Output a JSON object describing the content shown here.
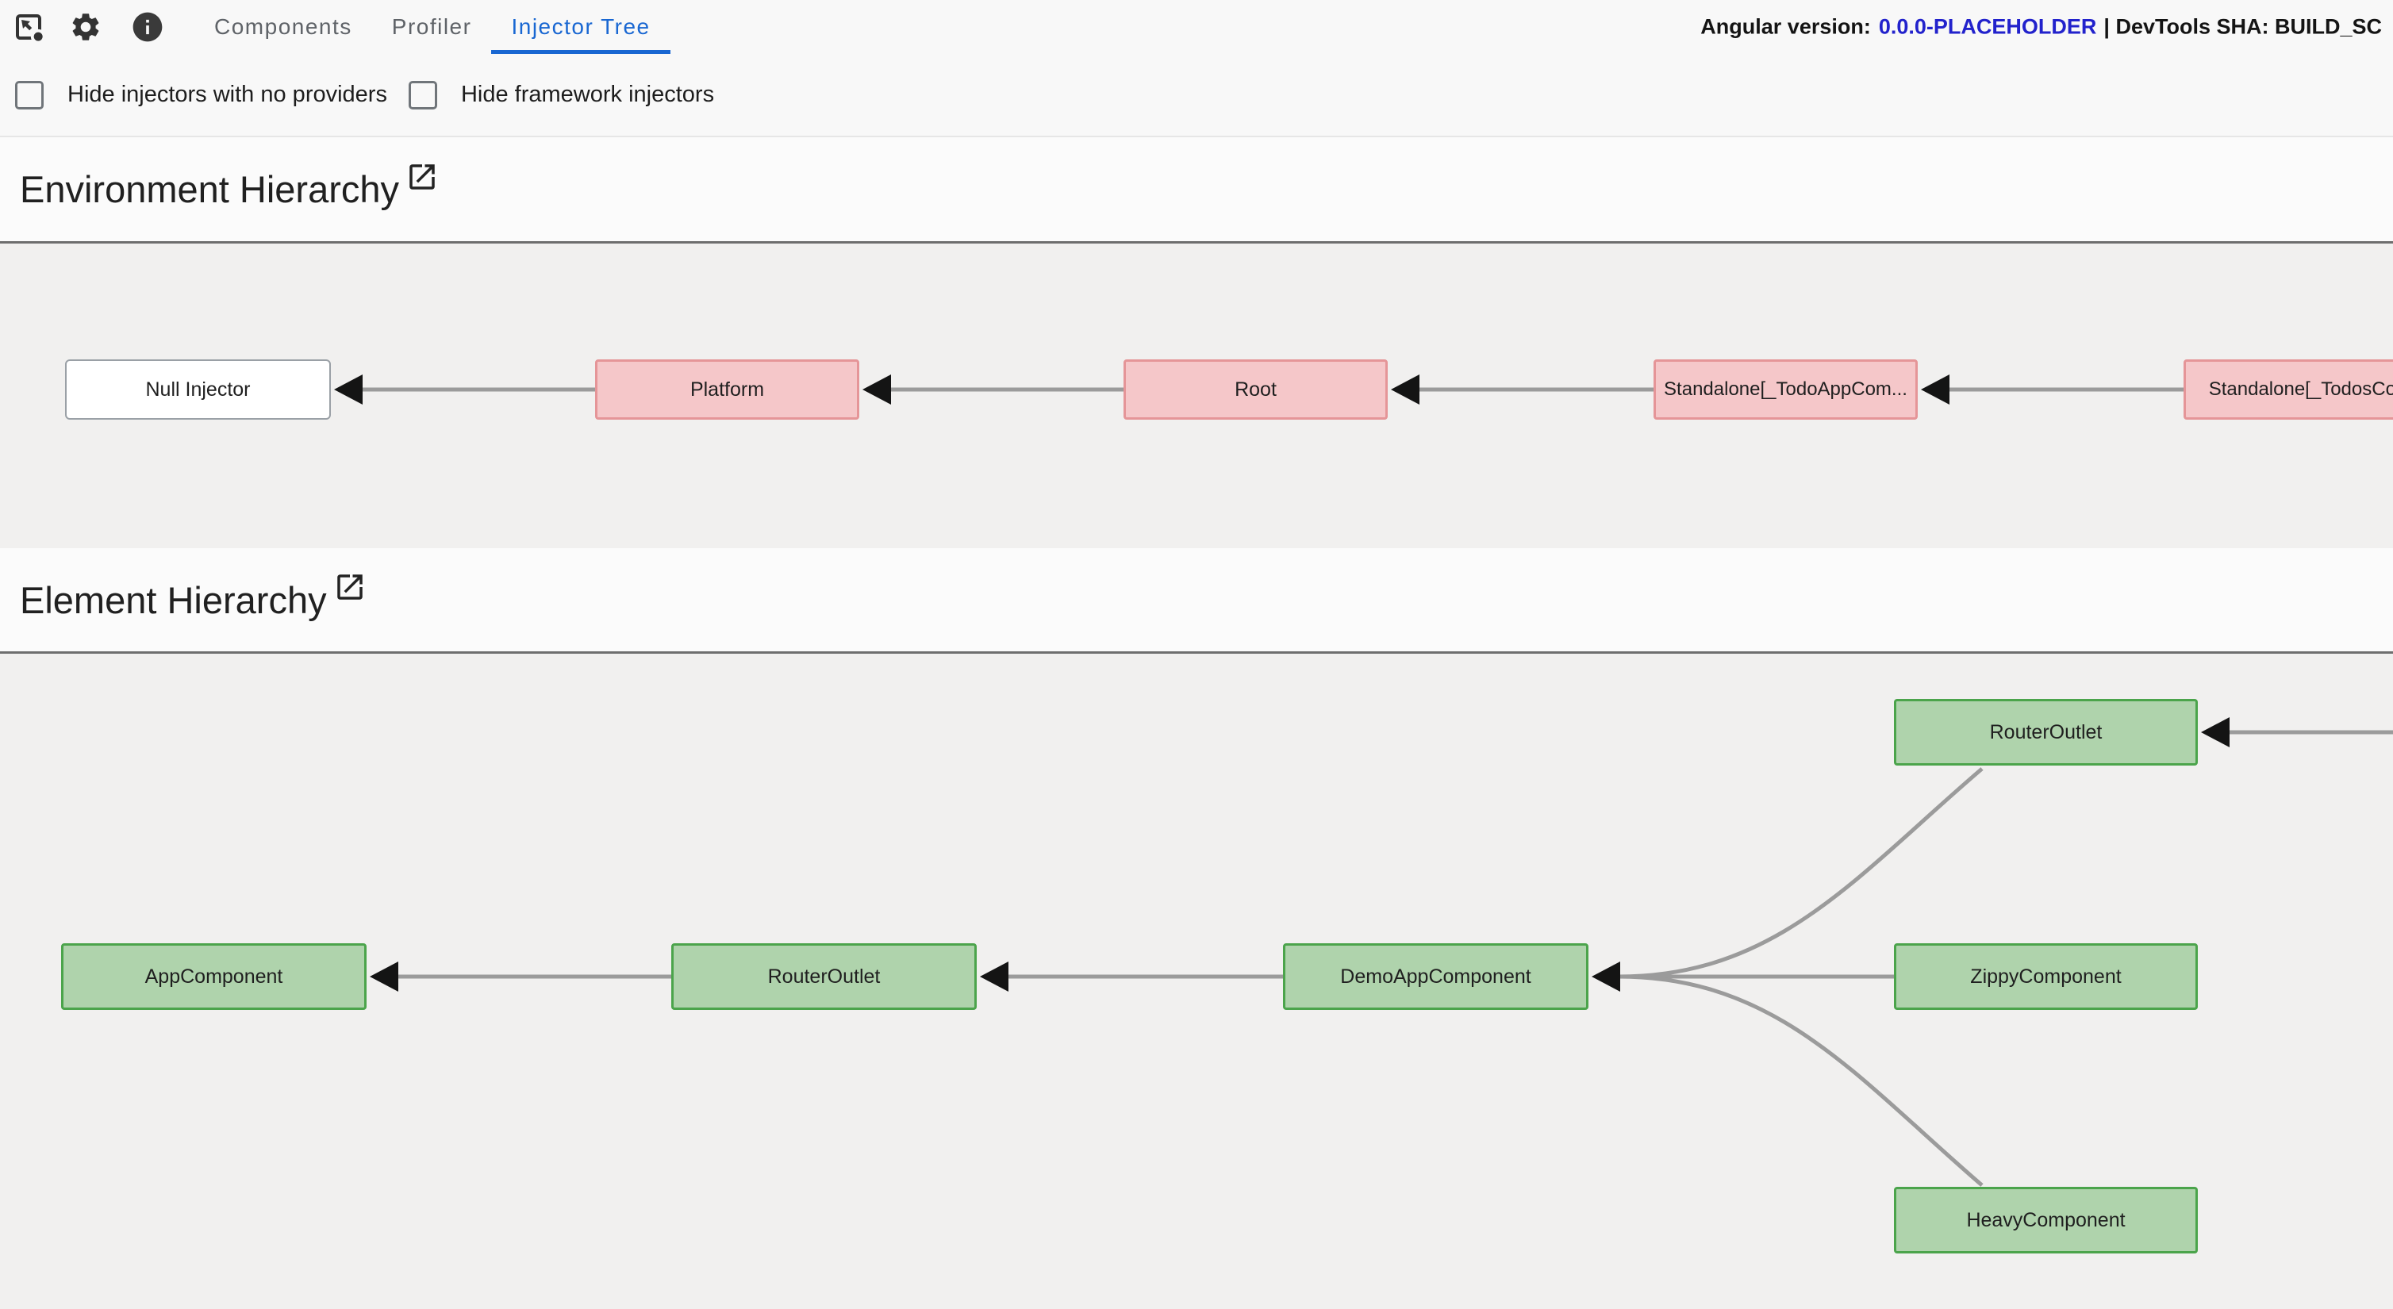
{
  "toolbar": {
    "icons": [
      {
        "name": "inspect-element-icon"
      },
      {
        "name": "settings-gear-icon"
      },
      {
        "name": "info-icon"
      }
    ],
    "tabs": [
      "Components",
      "Profiler",
      "Injector Tree"
    ],
    "active_tab": "Injector Tree",
    "version_label": "Angular version:",
    "version_value": "0.0.0-PLACEHOLDER",
    "devtools_sha": "| DevTools SHA: BUILD_SC"
  },
  "filters": {
    "items": [
      {
        "label": "Hide injectors with no providers",
        "checked": false
      },
      {
        "label": "Hide framework injectors",
        "checked": false
      }
    ]
  },
  "sections": {
    "environment": {
      "title": "Environment Hierarchy",
      "icon": "open-in-new-icon"
    },
    "element": {
      "title": "Element Hierarchy",
      "icon": "open-in-new-icon"
    }
  },
  "environment_graph": {
    "nodes": [
      {
        "label": "Null Injector",
        "kind": "null-injector"
      },
      {
        "label": "Platform",
        "kind": "environment-injector"
      },
      {
        "label": "Root",
        "kind": "environment-injector"
      },
      {
        "label": "Standalone[_TodoAppCom...",
        "kind": "environment-injector"
      },
      {
        "label": "Standalone[_TodosComp",
        "kind": "environment-injector"
      }
    ],
    "edges": [
      {
        "from": "Platform",
        "to": "Null Injector"
      },
      {
        "from": "Root",
        "to": "Platform"
      },
      {
        "from": "Standalone[_TodoAppCom...",
        "to": "Root"
      },
      {
        "from": "Standalone[_TodosComp",
        "to": "Standalone[_TodoAppCom..."
      }
    ]
  },
  "element_graph": {
    "nodes": [
      {
        "label": "AppComponent"
      },
      {
        "label": "RouterOutlet"
      },
      {
        "label": "DemoAppComponent"
      },
      {
        "label": "RouterOutlet"
      },
      {
        "label": "ZippyComponent"
      },
      {
        "label": "HeavyComponent"
      }
    ],
    "edges": [
      {
        "from": "RouterOutlet",
        "to": "AppComponent"
      },
      {
        "from": "DemoAppComponent",
        "to": "RouterOutlet"
      },
      {
        "from": "RouterOutlet (top)",
        "to": "DemoAppComponent"
      },
      {
        "from": "ZippyComponent",
        "to": "DemoAppComponent"
      },
      {
        "from": "HeavyComponent",
        "to": "DemoAppComponent"
      },
      {
        "from": "offscreen-right",
        "to": "RouterOutlet (top)"
      }
    ]
  },
  "colors": {
    "accent_blue": "#1967d2",
    "version_blue": "#2222cc",
    "env_node_fill": "#f5c7c9",
    "env_node_border": "#e59598",
    "elem_node_fill": "#afd3ac",
    "elem_node_border": "#4ba44b",
    "edge_gray": "#9b9b9b",
    "graph_background": "#f1f0ef"
  }
}
